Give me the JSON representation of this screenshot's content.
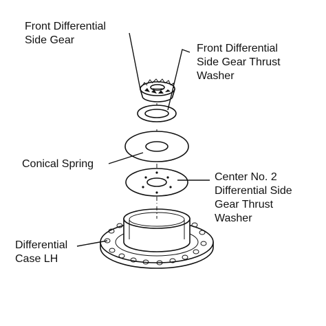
{
  "labels": {
    "side_gear": [
      "Front Differential",
      "Side Gear"
    ],
    "thrust_washer": [
      "Front Differential",
      "Side Gear Thrust",
      "Washer"
    ],
    "conical_spring": [
      "Conical Spring"
    ],
    "center_washer": [
      "Center No. 2",
      "Differential Side",
      "Gear Thrust",
      "Washer"
    ],
    "case_lh": [
      "Differential",
      "Case LH"
    ]
  },
  "colors": {
    "ink": "#111111",
    "paper": "#ffffff"
  }
}
